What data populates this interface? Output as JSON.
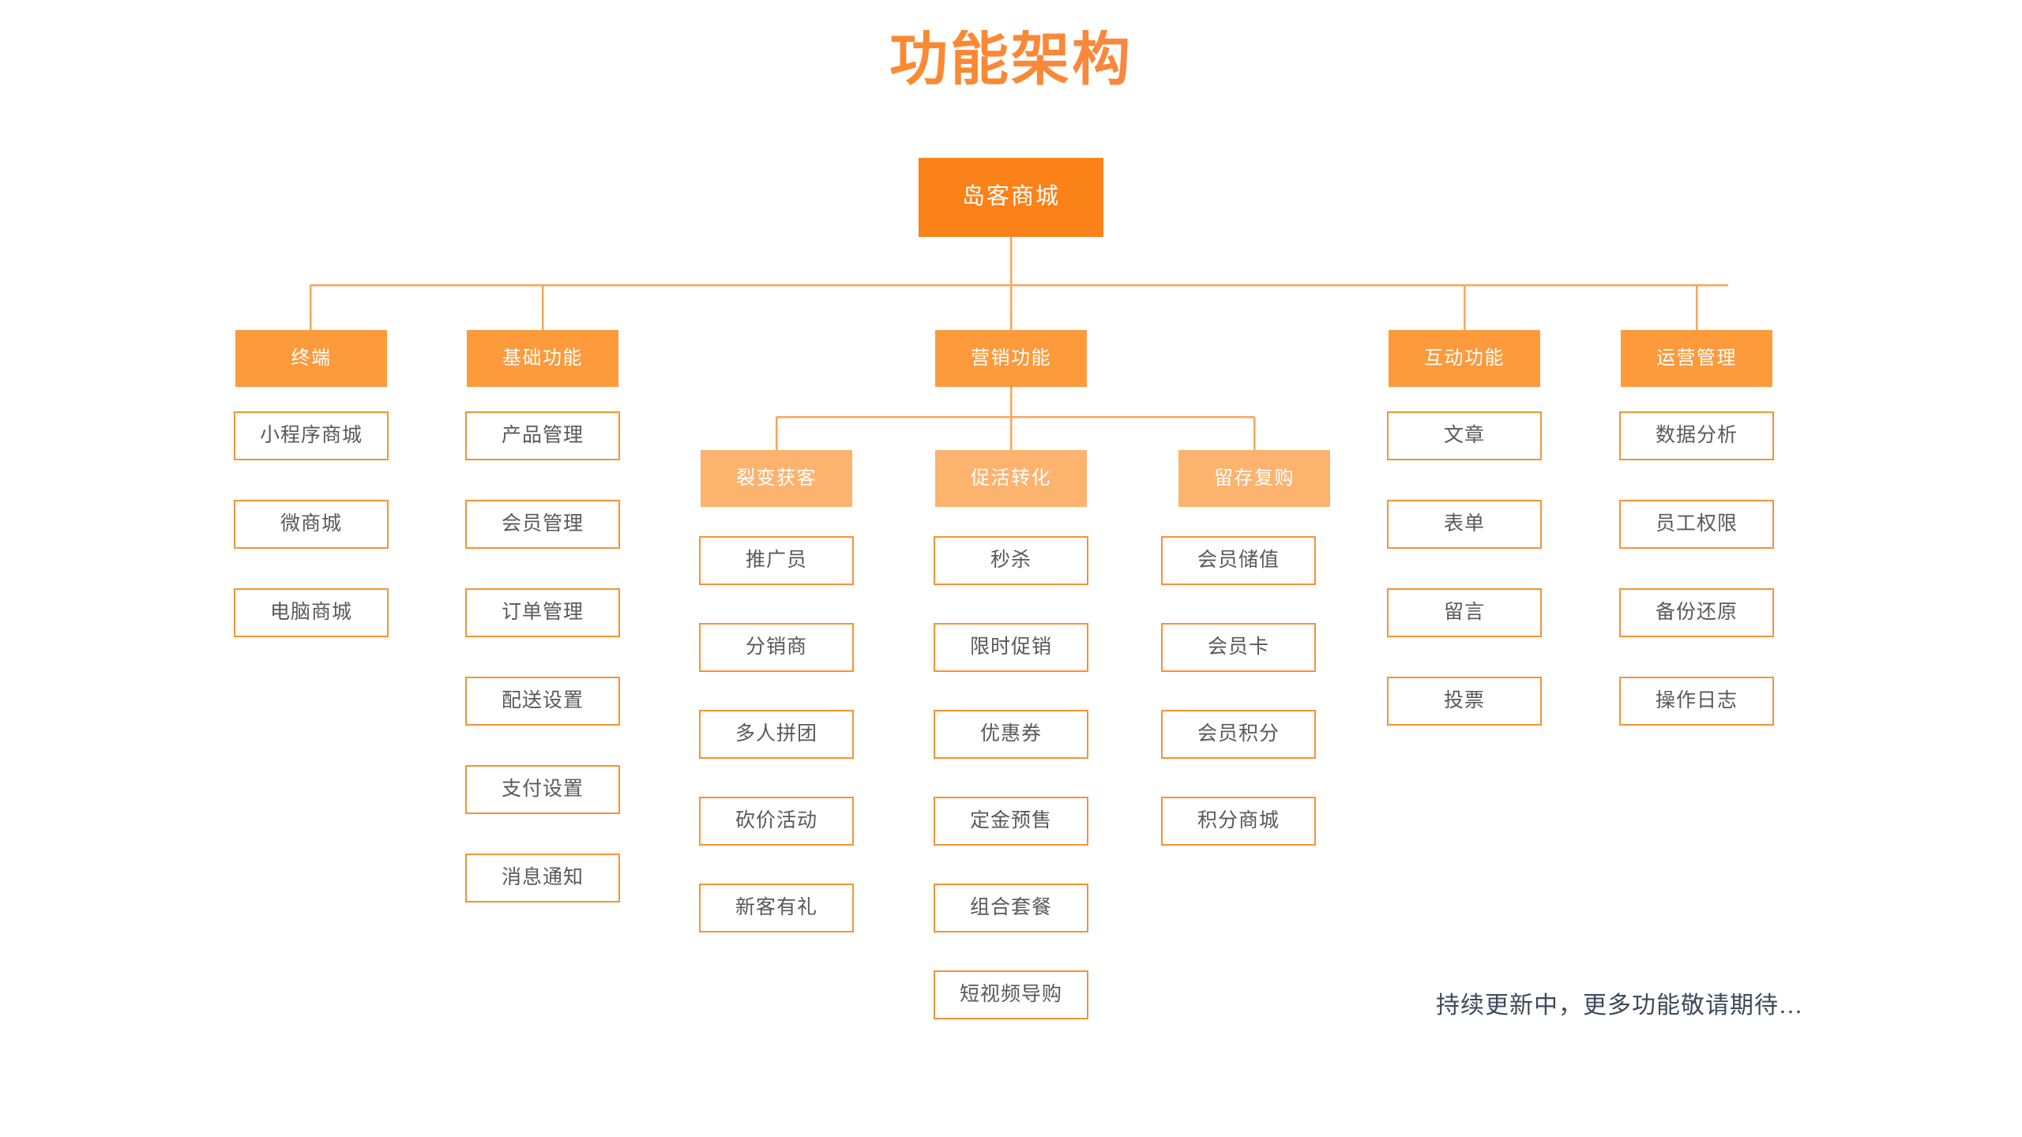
{
  "page": {
    "title": "功能架构",
    "title_gradient_from": "#FB9123",
    "title_gradient_to": "#F4836A",
    "background": "#ffffff",
    "footer_note": "持续更新中，更多功能敬请期待…"
  },
  "palette": {
    "level1_fill": "#FA8219",
    "level2_fill": "#FC9A3C",
    "level3_fill": "#FCB36E",
    "leaf_border": "#F79334",
    "leaf_fill": "#ffffff",
    "leaf_text": "#595959",
    "connector": "#F9A45A",
    "footer_text": "#3B4A5A"
  },
  "chart_data": {
    "type": "diagram",
    "diagram_kind": "org-tree",
    "title": "功能架构",
    "root": "岛客商城",
    "branches": [
      {
        "id": "terminal",
        "label": "终端",
        "level": 2,
        "children": [
          "小程序商城",
          "微商城",
          "电脑商城"
        ]
      },
      {
        "id": "basic",
        "label": "基础功能",
        "level": 2,
        "children": [
          "产品管理",
          "会员管理",
          "订单管理",
          "配送设置",
          "支付设置",
          "消息通知"
        ]
      },
      {
        "id": "marketing",
        "label": "营销功能",
        "level": 2,
        "subgroups": [
          {
            "id": "fission",
            "label": "裂变获客",
            "level": 3,
            "children": [
              "推广员",
              "分销商",
              "多人拼团",
              "砍价活动",
              "新客有礼"
            ]
          },
          {
            "id": "activation",
            "label": "促活转化",
            "level": 3,
            "children": [
              "秒杀",
              "限时促销",
              "优惠券",
              "定金预售",
              "组合套餐",
              "短视频导购"
            ]
          },
          {
            "id": "retention",
            "label": "留存复购",
            "level": 3,
            "children": [
              "会员储值",
              "会员卡",
              "会员积分",
              "积分商城"
            ]
          }
        ]
      },
      {
        "id": "interaction",
        "label": "互动功能",
        "level": 2,
        "children": [
          "文章",
          "表单",
          "留言",
          "投票"
        ]
      },
      {
        "id": "operations",
        "label": "运营管理",
        "level": 2,
        "children": [
          "数据分析",
          "员工权限",
          "备份还原",
          "操作日志"
        ]
      }
    ]
  },
  "nodes": {
    "root": "岛客商城",
    "terminal": {
      "label": "终端",
      "items": [
        "小程序商城",
        "微商城",
        "电脑商城"
      ]
    },
    "basic": {
      "label": "基础功能",
      "items": [
        "产品管理",
        "会员管理",
        "订单管理",
        "配送设置",
        "支付设置",
        "消息通知"
      ]
    },
    "marketing": {
      "label": "营销功能",
      "fission": {
        "label": "裂变获客",
        "items": [
          "推广员",
          "分销商",
          "多人拼团",
          "砍价活动",
          "新客有礼"
        ]
      },
      "activation": {
        "label": "促活转化",
        "items": [
          "秒杀",
          "限时促销",
          "优惠券",
          "定金预售",
          "组合套餐",
          "短视频导购"
        ]
      },
      "retention": {
        "label": "留存复购",
        "items": [
          "会员储值",
          "会员卡",
          "会员积分",
          "积分商城"
        ]
      }
    },
    "interaction": {
      "label": "互动功能",
      "items": [
        "文章",
        "表单",
        "留言",
        "投票"
      ]
    },
    "operations": {
      "label": "运营管理",
      "items": [
        "数据分析",
        "员工权限",
        "备份还原",
        "操作日志"
      ]
    }
  }
}
